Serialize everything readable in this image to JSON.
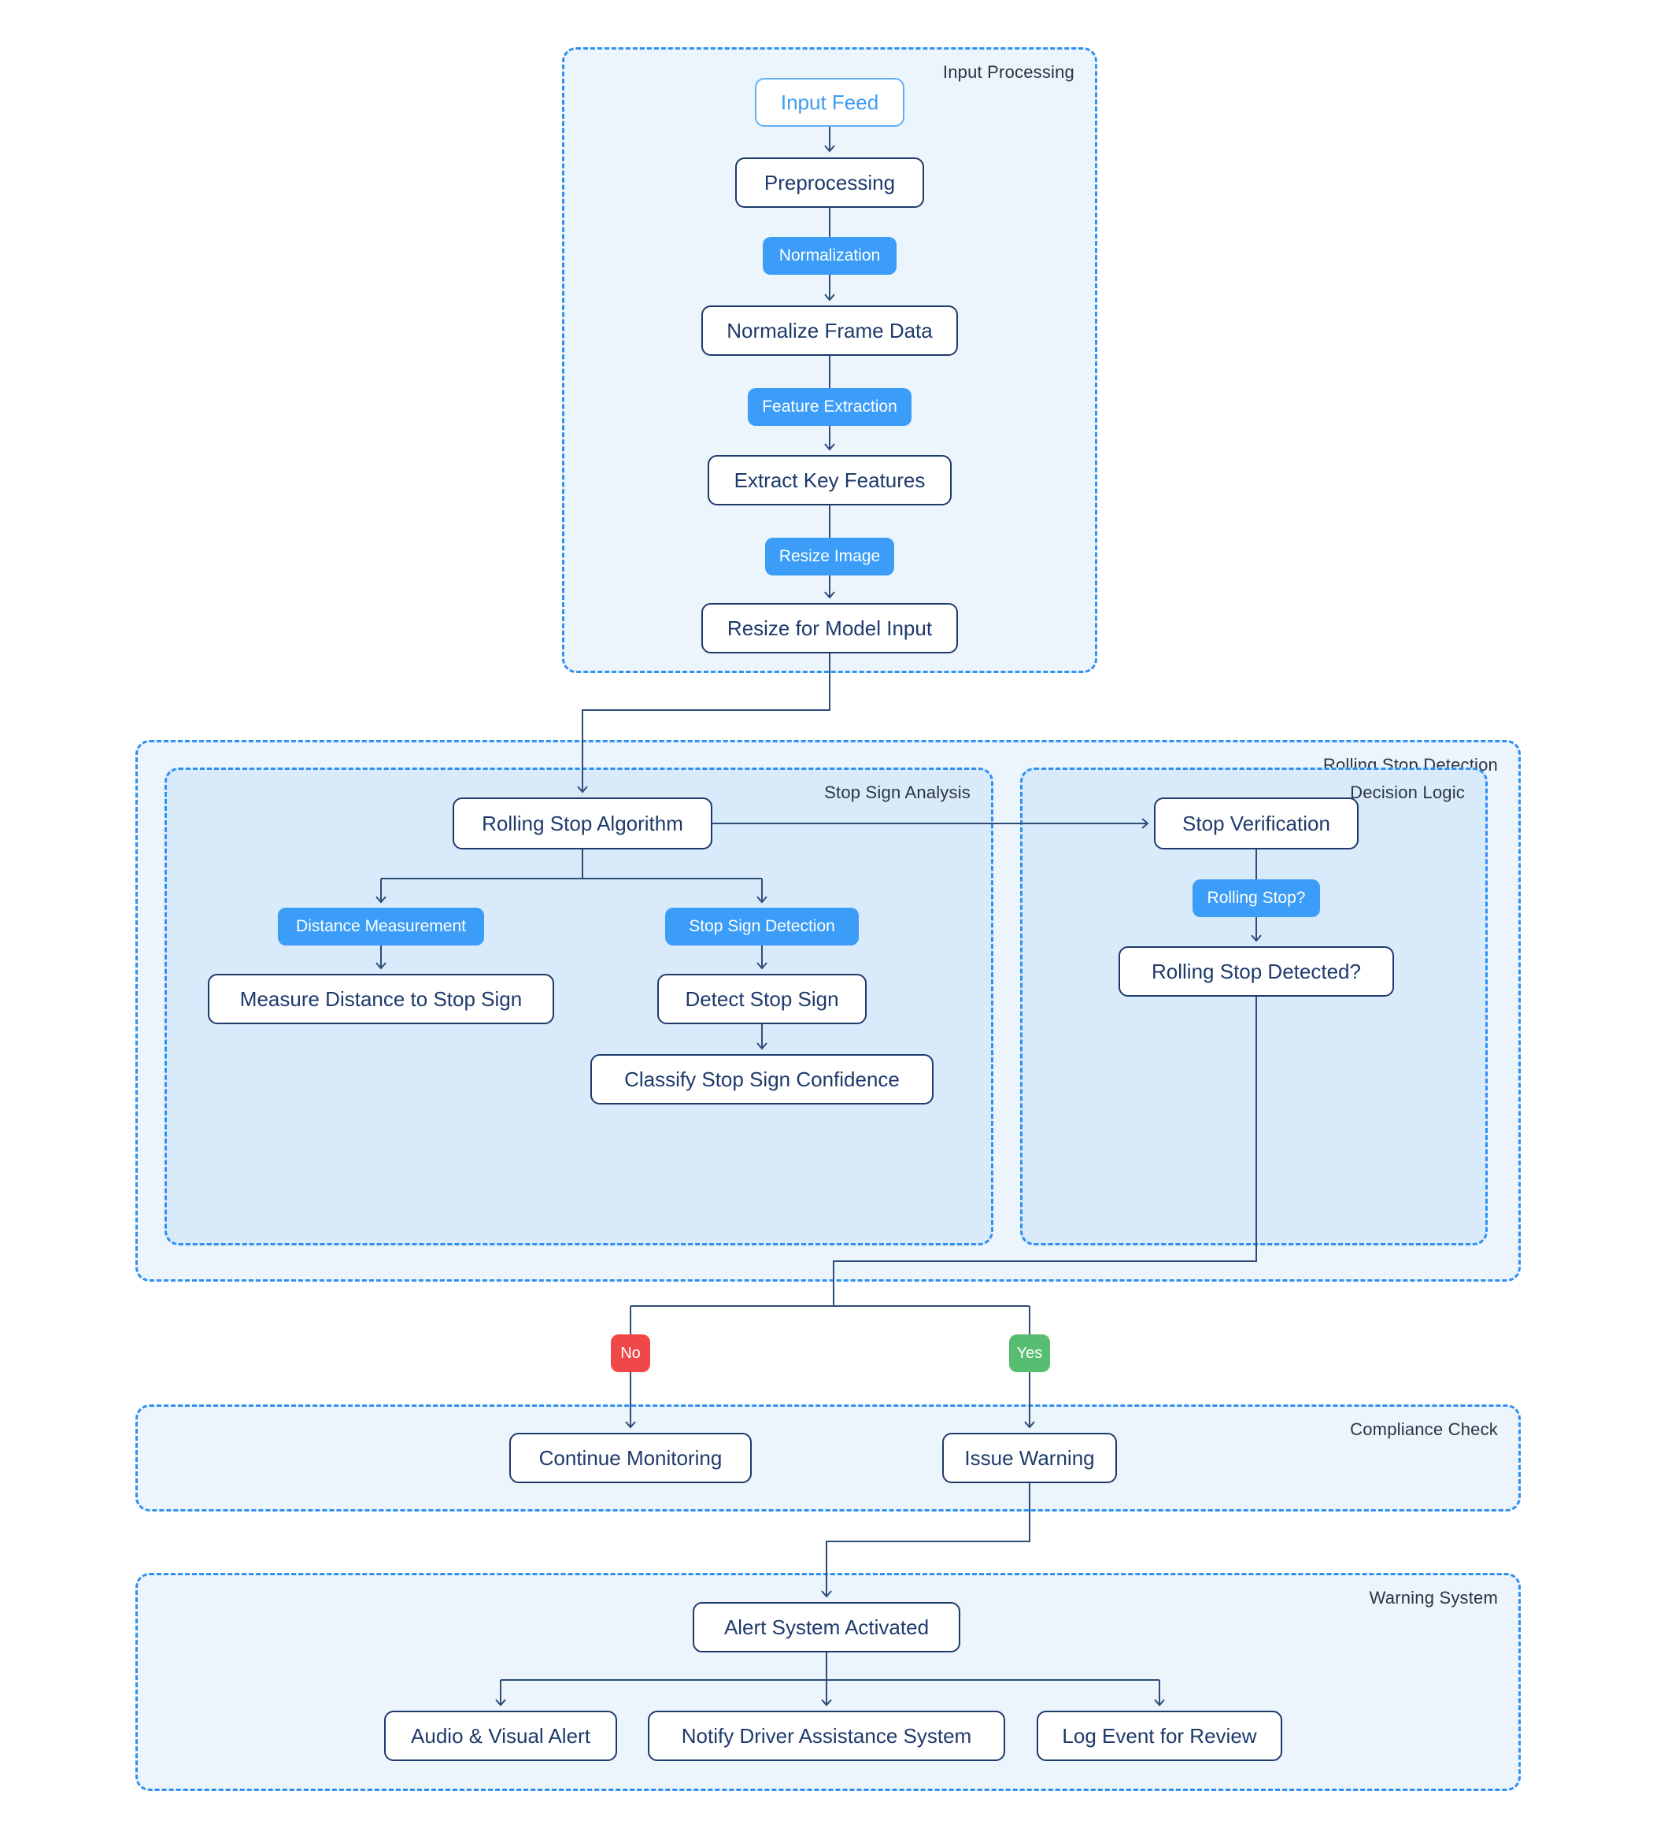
{
  "containers": {
    "input_processing": "Input Processing",
    "rolling_stop_detection": "Rolling Stop Detection",
    "stop_sign_analysis": "Stop Sign Analysis",
    "decision_logic": "Decision Logic",
    "compliance_check": "Compliance Check",
    "warning_system": "Warning System"
  },
  "nodes": {
    "input_feed": "Input Feed",
    "preprocessing": "Preprocessing",
    "normalize_frame_data": "Normalize Frame Data",
    "extract_key_features": "Extract Key Features",
    "resize_for_model_input": "Resize for Model Input",
    "rolling_stop_algorithm": "Rolling Stop Algorithm",
    "stop_verification": "Stop Verification",
    "measure_distance_to_stop_sign": "Measure Distance to Stop Sign",
    "detect_stop_sign": "Detect Stop Sign",
    "classify_stop_sign_confidence": "Classify Stop Sign Confidence",
    "rolling_stop_detected": "Rolling Stop Detected?",
    "continue_monitoring": "Continue Monitoring",
    "issue_warning": "Issue Warning",
    "alert_system_activated": "Alert System Activated",
    "audio_visual_alert": "Audio & Visual Alert",
    "notify_driver_assistance_system": "Notify Driver Assistance System",
    "log_event_for_review": "Log Event for Review"
  },
  "edge_labels": {
    "normalization": "Normalization",
    "feature_extraction": "Feature Extraction",
    "resize_image": "Resize Image",
    "distance_measurement": "Distance Measurement",
    "stop_sign_detection": "Stop Sign Detection",
    "rolling_stop": "Rolling Stop?",
    "no": "No",
    "yes": "Yes"
  },
  "colors": {
    "accent_blue": "#3b9df7",
    "dashed_border_blue": "#2e90f2",
    "container_fill_light": "#ecf4fc",
    "container_fill_inner": "#d9eafb",
    "node_navy": "#1e3a6b",
    "connector_line": "#2e4c78",
    "start_node_blue": "#3e9cf4",
    "no_red": "#f04848",
    "yes_green": "#57bd71",
    "label_dark": "#2b3444"
  }
}
